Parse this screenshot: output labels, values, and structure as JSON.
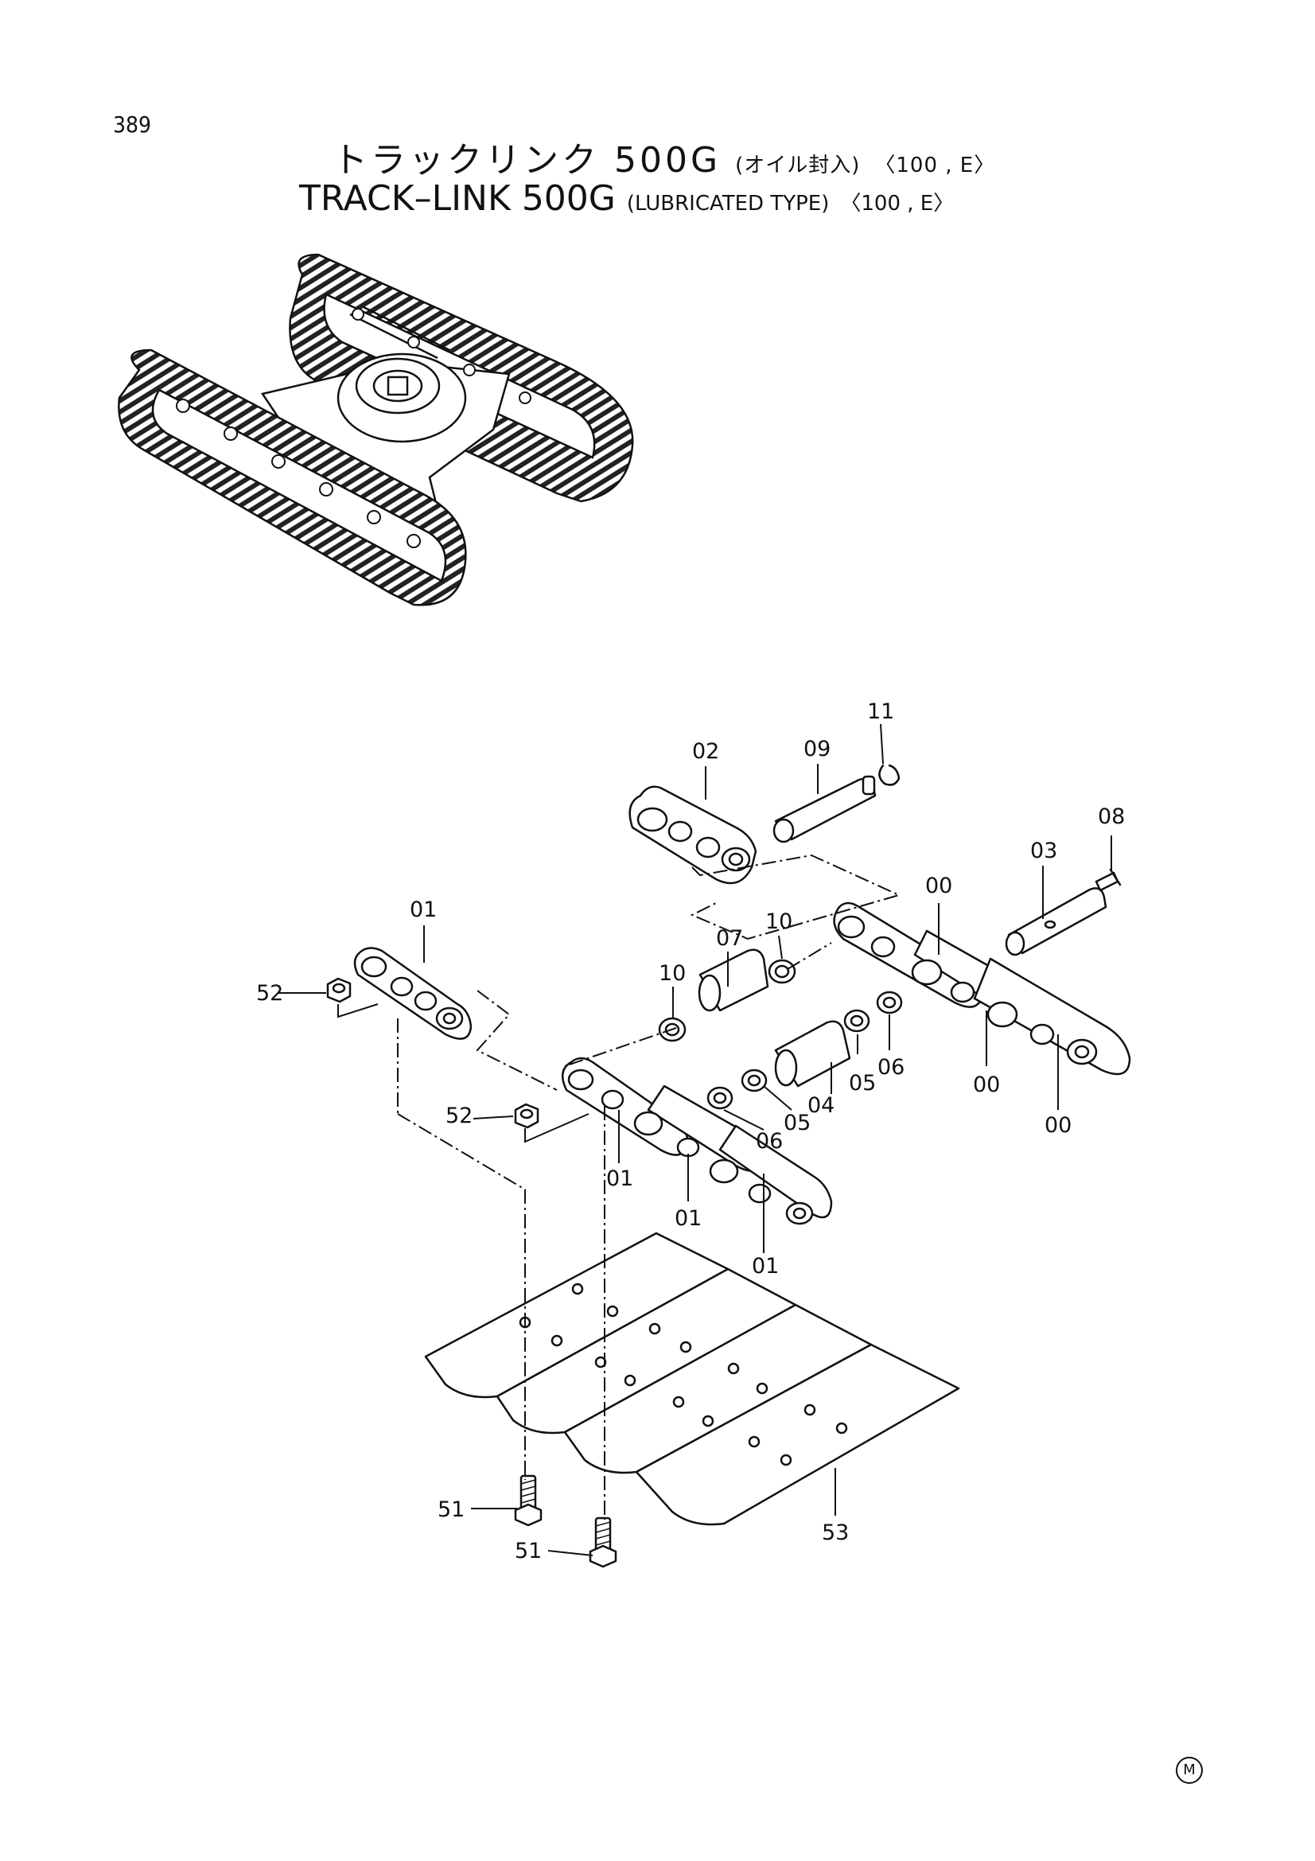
{
  "page_number": "389",
  "title_jp": {
    "main": "トラックリンク 500G",
    "qualifier": "(オイル封入)",
    "variant": "〈100 , E〉"
  },
  "title_en": {
    "main": "TRACK–LINK 500G",
    "qualifier": "(LUBRICATED TYPE)",
    "variant": "〈100 , E〉"
  },
  "callouts": {
    "c00a": "00",
    "c00b": "00",
    "c00c": "00",
    "c01a": "01",
    "c01b": "01",
    "c01c": "01",
    "c01d": "01",
    "c02": "02",
    "c03": "03",
    "c04": "04",
    "c05a": "05",
    "c05b": "05",
    "c06a": "06",
    "c06b": "06",
    "c07": "07",
    "c08": "08",
    "c09": "09",
    "c10a": "10",
    "c10b": "10",
    "c11": "11",
    "c51a": "51",
    "c51b": "51",
    "c52a": "52",
    "c52b": "52",
    "c53": "53"
  },
  "maker_mark": "M"
}
